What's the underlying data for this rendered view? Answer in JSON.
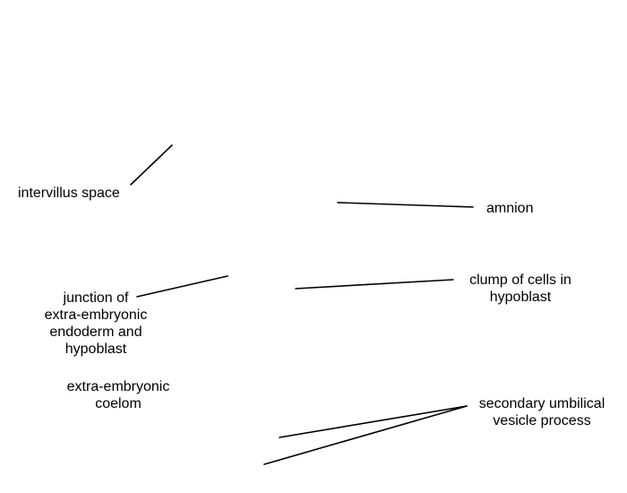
{
  "colors": {
    "background": "#ffffff",
    "text": "#000000",
    "leader_line": "#000000"
  },
  "labels": {
    "intervillus_space": "intervillus space",
    "amnion": "amnion",
    "clump_of_cells": "clump of cells in\nhypoblast",
    "junction": "junction of\nextra-embryonic\nendoderm and\nhypoblast",
    "extra_embryonic_coelom": "extra-embryonic\ncoelom",
    "secondary_umbilical_vesicle_process": "secondary umbilical\nvesicle process"
  }
}
